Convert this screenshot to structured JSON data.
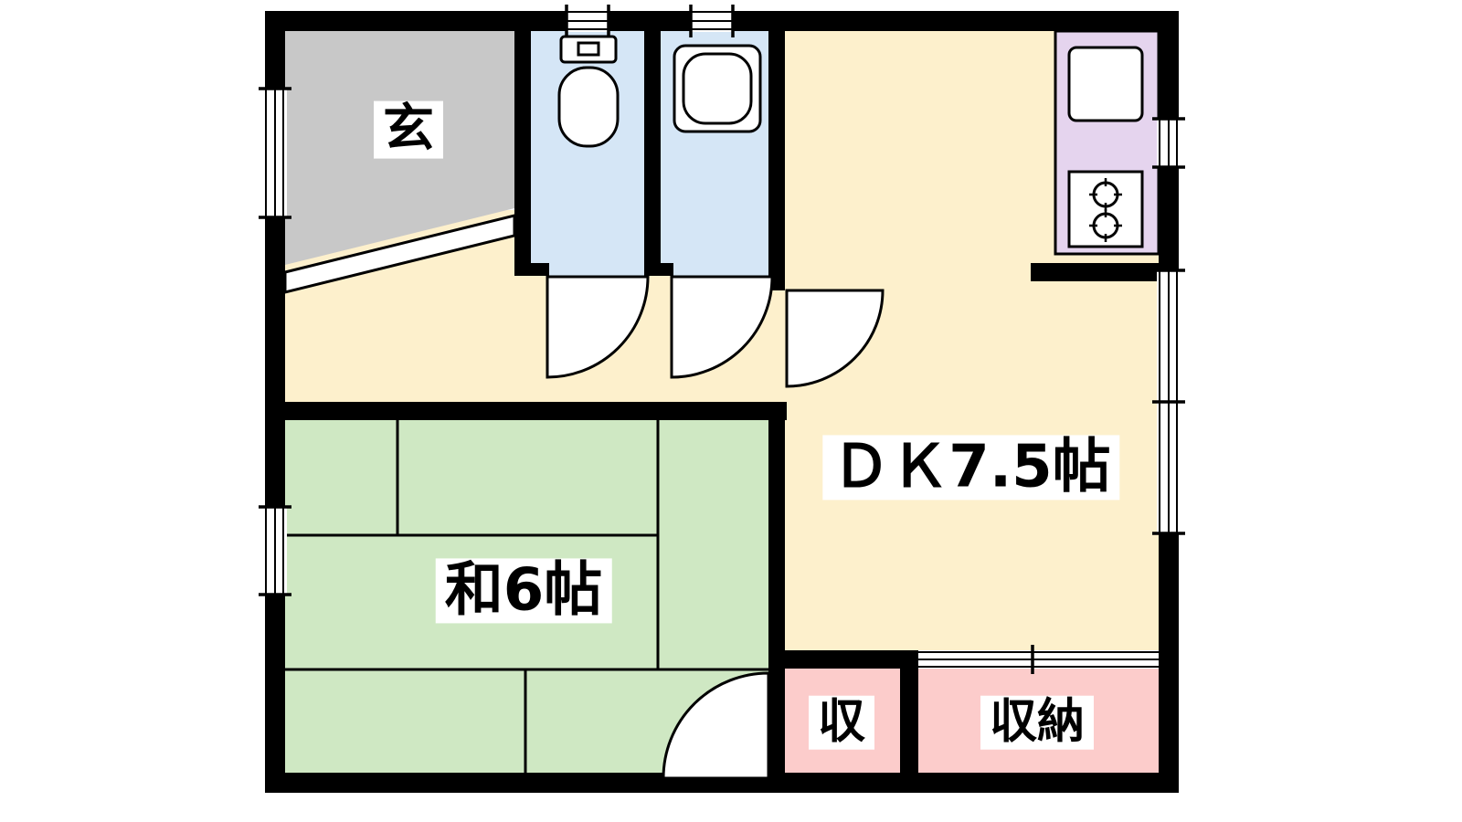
{
  "rooms": {
    "entrance": {
      "label": "玄"
    },
    "dk": {
      "label": "ＤＫ7.5帖"
    },
    "japanese_room": {
      "label": "和6帖"
    },
    "closet_small": {
      "label": "収"
    },
    "closet_large": {
      "label": "収納"
    }
  },
  "icons": {
    "toilet": "toilet-icon",
    "washbasin": "washbasin-icon",
    "kitchen_sink": "kitchen-sink-icon",
    "stove": "stove-icon"
  },
  "colors": {
    "background": "#ffffff",
    "wall": "#000000",
    "entrance_floor": "#c8c8c8",
    "wet_room": "#d5e6f6",
    "dk_floor": "#fdf0cc",
    "kitchen_counter": "#e5d4ee",
    "tatami_floor": "#cfe8c3",
    "closet_floor": "#fccccb"
  }
}
